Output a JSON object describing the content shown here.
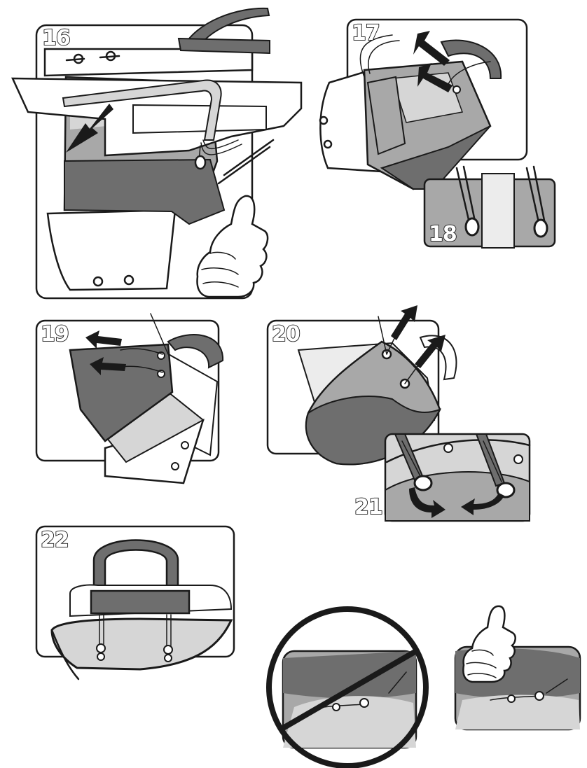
{
  "steps": {
    "s16": "16",
    "s17": "17",
    "s18": "18",
    "s19": "19",
    "s20": "20",
    "s21": "21",
    "s22": "22"
  },
  "colors": {
    "outline": "#1a1a1a",
    "fabric_dark": "#6e6e6e",
    "fabric_mid": "#a8a8a8",
    "fabric_light": "#d6d6d6",
    "background": "#ffffff"
  },
  "icons": [
    "thumbs-up-icon",
    "prohibited-icon",
    "arrow-icon",
    "grommet-icon"
  ]
}
